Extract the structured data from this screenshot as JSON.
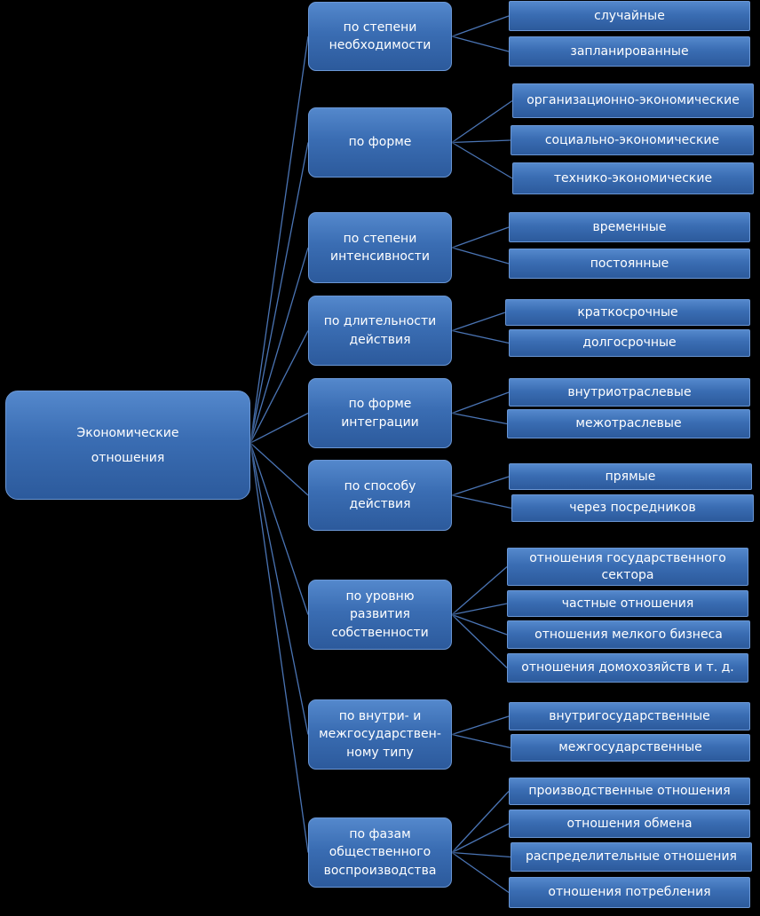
{
  "root": {
    "label": "Экономические\nотношения"
  },
  "categories": [
    {
      "label": "по степени\nнеобходимости",
      "children": [
        "случайные",
        "запланированные"
      ]
    },
    {
      "label": "по форме",
      "children": [
        "организационно-экономические",
        "социально-экономические",
        "технико-экономические"
      ]
    },
    {
      "label": "по степени\nинтенсивности",
      "children": [
        "временные",
        "постоянные"
      ]
    },
    {
      "label": "по длительности\nдействия",
      "children": [
        "краткосрочные",
        "долгосрочные"
      ]
    },
    {
      "label": "по форме\nинтеграции",
      "children": [
        "внутриотраслевые",
        "межотраслевые"
      ]
    },
    {
      "label": "по способу\nдействия",
      "children": [
        "прямые",
        "через посредников"
      ]
    },
    {
      "label": "по уровню\nразвития\nсобственности",
      "children": [
        "отношения  государственного\nсектора",
        "частные отношения",
        "отношения мелкого бизнеса",
        "отношения домохозяйств  и т. д."
      ]
    },
    {
      "label": "по внутри- и\nмежгосударствен-\nному  типу",
      "children": [
        "внутригосударственные",
        "межгосударственные"
      ]
    },
    {
      "label": "по фазам\nобщественного\nвоспроизводства",
      "children": [
        "производственные отношения",
        "отношения обмена",
        "распределительные отношения",
        "отношения потребления"
      ]
    }
  ],
  "colors": {
    "box_top": "#5488cc",
    "box_bottom": "#2c5a9c",
    "border": "#6a96d4",
    "connector": "#4a74b4",
    "background": "#000000"
  }
}
